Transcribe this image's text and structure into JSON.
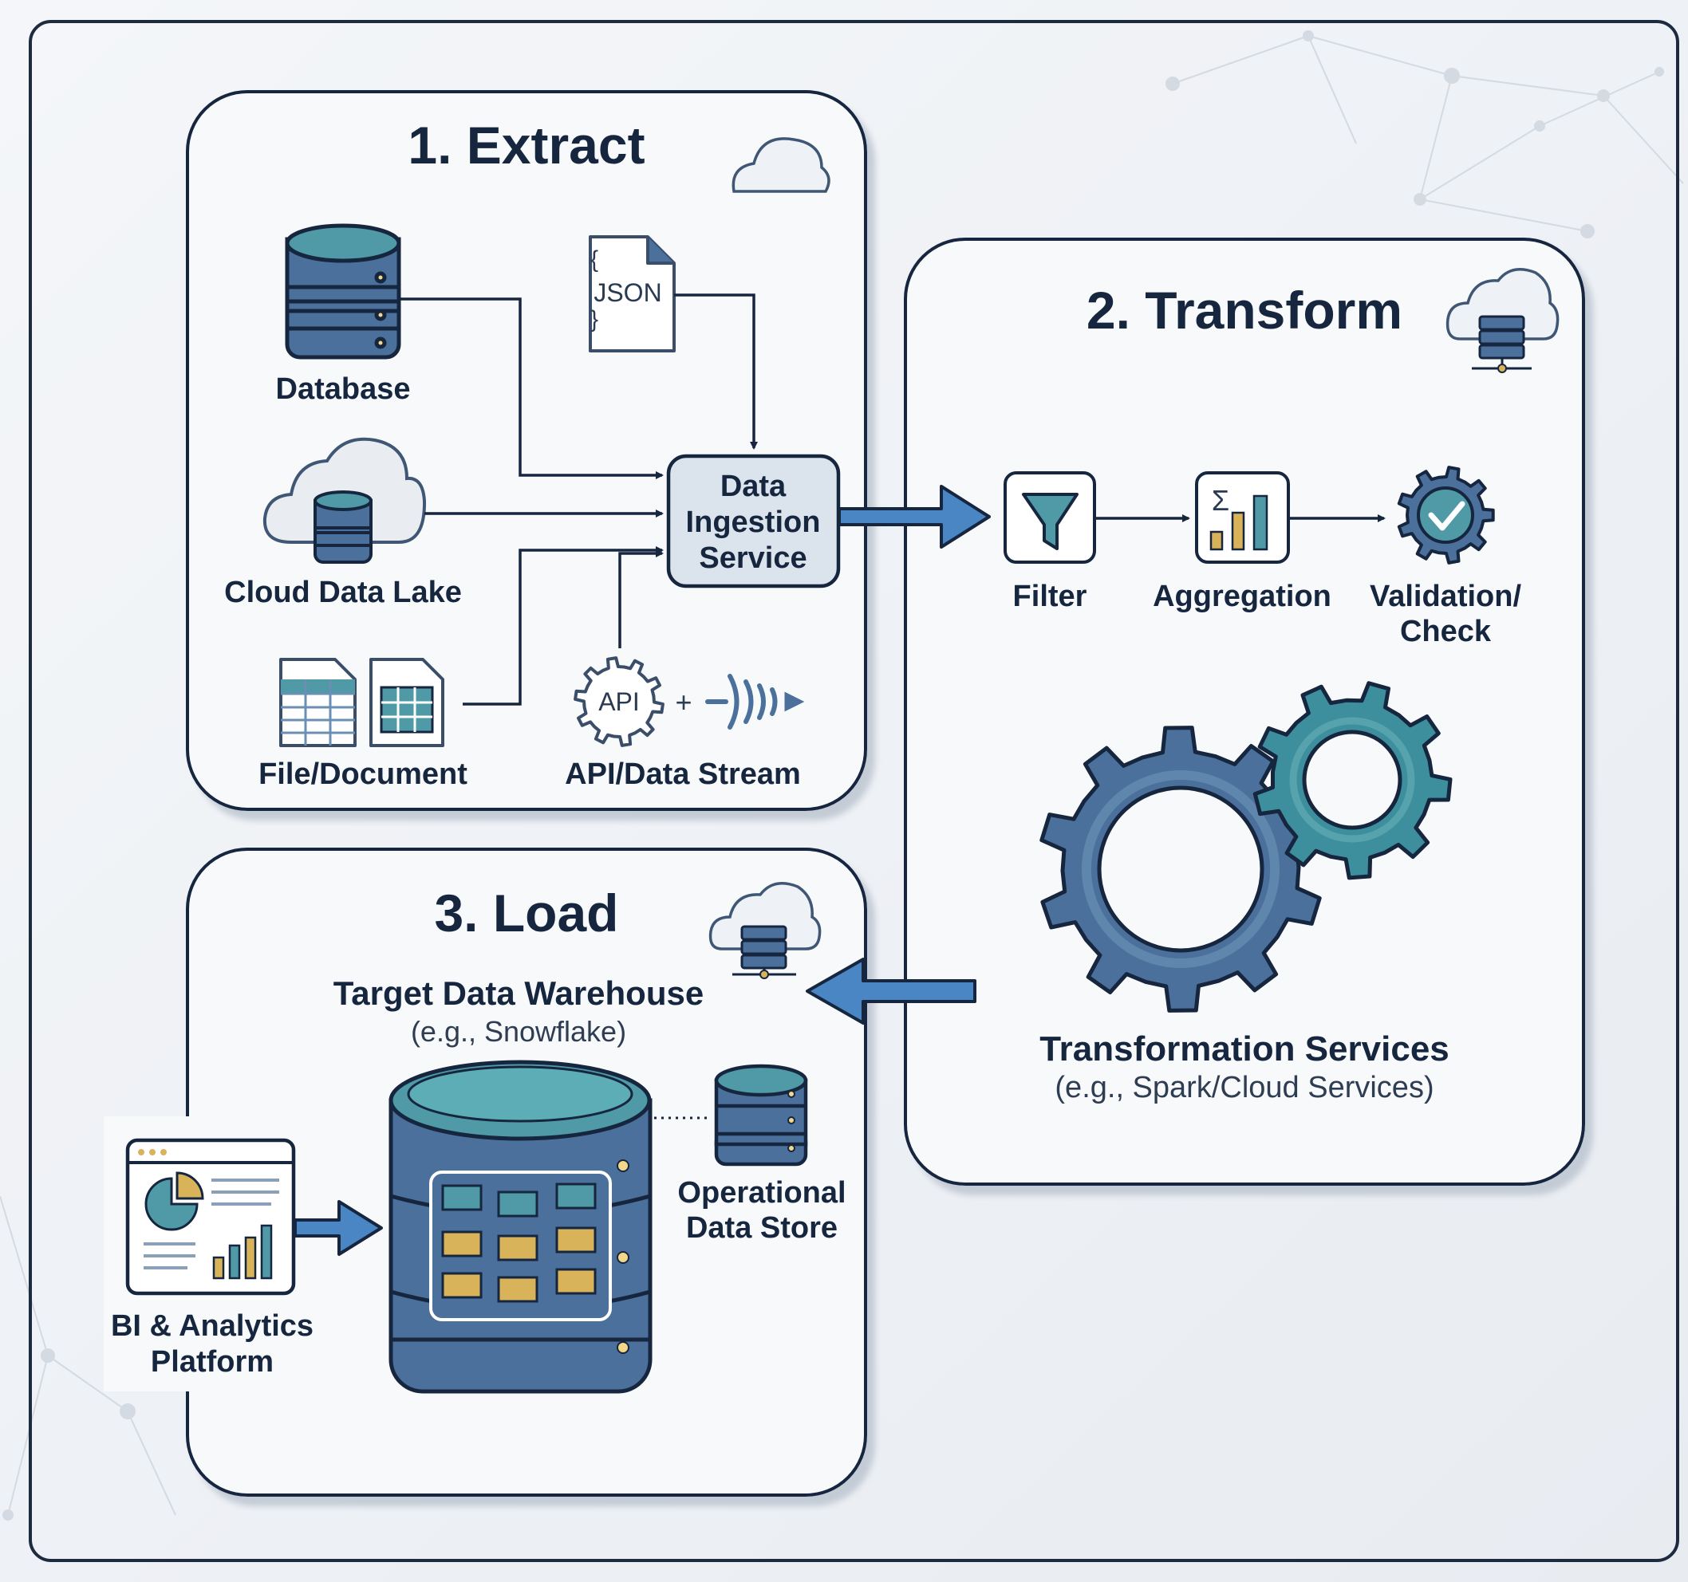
{
  "extract": {
    "title": "1. Extract",
    "database_label": "Database",
    "json_label": "JSON",
    "cloud_lake_label": "Cloud Data Lake",
    "file_label": "File/Document",
    "api_icon_text": "API",
    "api_plus": "+",
    "api_label": "API/Data Stream",
    "ingestion_line1": "Data",
    "ingestion_line2": "Ingestion",
    "ingestion_line3": "Service"
  },
  "transform": {
    "title": "2. Transform",
    "filter_label": "Filter",
    "aggregation_label": "Aggregation",
    "sigma": "Σ",
    "validation_line1": "Validation/",
    "validation_line2": "Check",
    "services_label": "Transformation Services",
    "services_sub": "(e.g., Spark/Cloud Services)"
  },
  "load": {
    "title": "3. Load",
    "warehouse_label": "Target Data Warehouse",
    "warehouse_sub": "(e.g., Snowflake)",
    "ods_line1": "Operational",
    "ods_line2": "Data Store",
    "bi_line1": "BI & Analytics",
    "bi_line2": "Platform"
  },
  "colors": {
    "navy": "#16263f",
    "steel_blue": "#4a709b",
    "teal": "#3d8f9e",
    "gold": "#d8b35a",
    "arrow_blue": "#4a86c4",
    "panel_bg": "#f8f9fb"
  }
}
